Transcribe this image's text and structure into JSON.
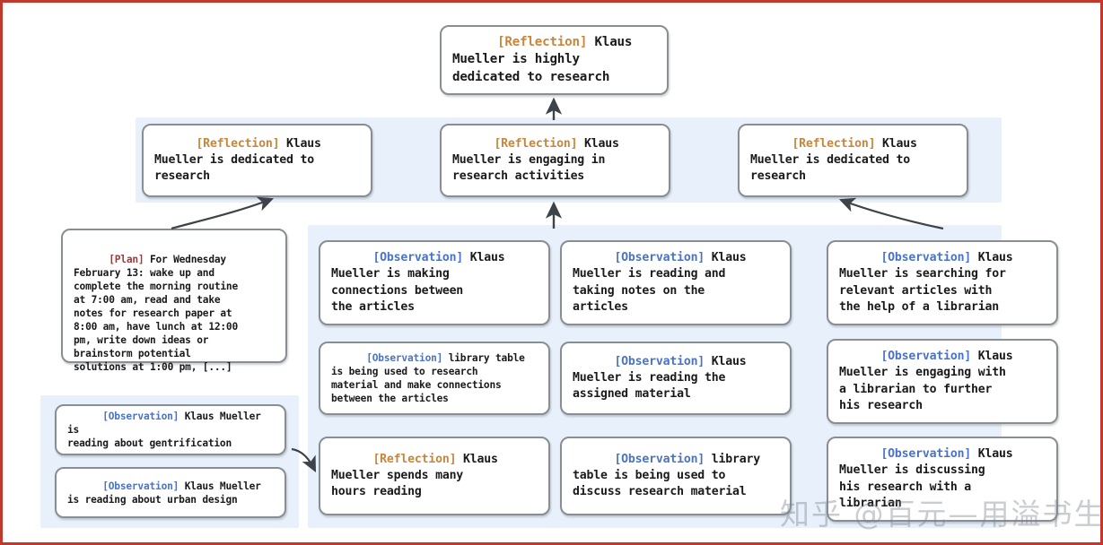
{
  "diagram": {
    "title": "Generative agent memory reflection tree",
    "colors": {
      "frame_border": "#c0392b",
      "panel_background": "#e8f0fb",
      "node_border": "#888e93",
      "node_background": "#ffffff",
      "tag_reflection": "#c8863c",
      "tag_observation": "#4a73c8",
      "tag_plan": "#a03a3a",
      "arrow": "#3d4349",
      "text": "#1a1a1a"
    },
    "labels": {
      "reflection": "[Reflection]",
      "observation": "[Observation]",
      "plan": "[Plan]"
    },
    "root": {
      "tag": "[Reflection]",
      "tag_type": "reflection",
      "text": " Klaus\nMueller is highly\ndedicated to research"
    },
    "level2": [
      {
        "tag": "[Reflection]",
        "tag_type": "reflection",
        "text": " Klaus\nMueller is dedicated to\nresearch"
      },
      {
        "tag": "[Reflection]",
        "tag_type": "reflection",
        "text": " Klaus\nMueller is engaging in\nresearch activities"
      },
      {
        "tag": "[Reflection]",
        "tag_type": "reflection",
        "text": " Klaus\nMueller is dedicated to\nresearch"
      }
    ],
    "plan_node": {
      "tag": "[Plan]",
      "tag_type": "plan",
      "text": " For Wednesday\nFebruary 13: wake up and\ncomplete the morning routine\nat 7:00 am, read and take\nnotes for research paper at\n8:00 am, have lunch at 12:00\npm, write down ideas or\nbrainstorm potential\nsolutions at 1:00 pm, [...]"
    },
    "left_leaf_nodes": [
      {
        "tag": "[Observation]",
        "tag_type": "observation",
        "text": " Klaus Mueller is\nreading about gentrification"
      },
      {
        "tag": "[Observation]",
        "tag_type": "observation",
        "text": " Klaus Mueller\nis reading about urban design"
      }
    ],
    "column_one_nodes": [
      {
        "tag": "[Observation]",
        "tag_type": "observation",
        "text": " Klaus\nMueller is making\nconnections between\nthe articles"
      },
      {
        "tag": "[Observation]",
        "tag_type": "observation",
        "text": " library table\nis being used to research\nmaterial and make connections\nbetween the articles"
      },
      {
        "tag": "[Reflection]",
        "tag_type": "reflection",
        "text": " Klaus\nMueller spends many\nhours reading"
      }
    ],
    "column_two_nodes": [
      {
        "tag": "[Observation]",
        "tag_type": "observation",
        "text": " Klaus\nMueller is reading and\ntaking notes on the\narticles"
      },
      {
        "tag": "[Observation]",
        "tag_type": "observation",
        "text": " Klaus\nMueller is reading the\nassigned material"
      },
      {
        "tag": "[Observation]",
        "tag_type": "observation",
        "text": " library\ntable is being used to\ndiscuss research material"
      }
    ],
    "column_three_nodes": [
      {
        "tag": "[Observation]",
        "tag_type": "observation",
        "text": " Klaus\nMueller is searching for\nrelevant articles with\nthe help of a librarian"
      },
      {
        "tag": "[Observation]",
        "tag_type": "observation",
        "text": " Klaus\nMueller is engaging with\na librarian to further\nhis research"
      },
      {
        "tag": "[Observation]",
        "tag_type": "observation",
        "text": " Klaus\nMueller is discussing\nhis research with a\nlibrarian"
      }
    ],
    "watermark": "知乎 @百元—用溢书生"
  }
}
